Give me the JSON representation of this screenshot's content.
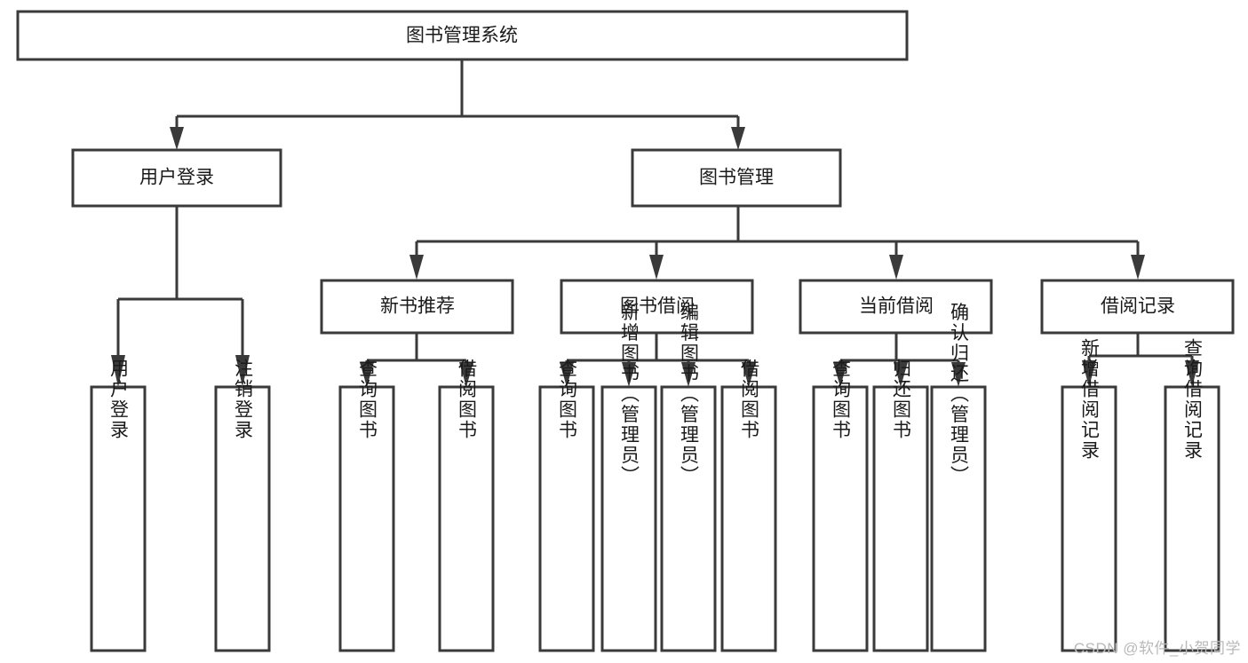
{
  "diagram": {
    "title": "图书管理系统",
    "type": "tree-hierarchy",
    "colors": {
      "stroke": "#3a3a3a",
      "fill": "#ffffff",
      "text": "#1a1a1a",
      "watermark": "#b9b9b9"
    },
    "root": {
      "label": "图书管理系统"
    },
    "level2": [
      {
        "label": "用户登录"
      },
      {
        "label": "图书管理"
      }
    ],
    "level3": [
      {
        "label": "新书推荐"
      },
      {
        "label": "图书借阅"
      },
      {
        "label": "当前借阅"
      },
      {
        "label": "借阅记录"
      }
    ],
    "leaves": {
      "user_login": [
        {
          "label": "用户登录"
        },
        {
          "label": "注销登录"
        }
      ],
      "new_book_recommend": [
        {
          "label": "查询图书"
        },
        {
          "label": "借阅图书"
        }
      ],
      "book_borrow": [
        {
          "label": "查询图书"
        },
        {
          "label": "新增图书（管理员）"
        },
        {
          "label": "编辑图书（管理员）"
        },
        {
          "label": "借阅图书"
        }
      ],
      "current_borrow": [
        {
          "label": "查询图书"
        },
        {
          "label": "归还图书"
        },
        {
          "label": "确认归还（管理员）"
        }
      ],
      "borrow_record": [
        {
          "label": "新增借阅记录"
        },
        {
          "label": "查询借阅记录"
        }
      ]
    }
  },
  "watermark": {
    "text": "CSDN @软件_小贺同学"
  }
}
